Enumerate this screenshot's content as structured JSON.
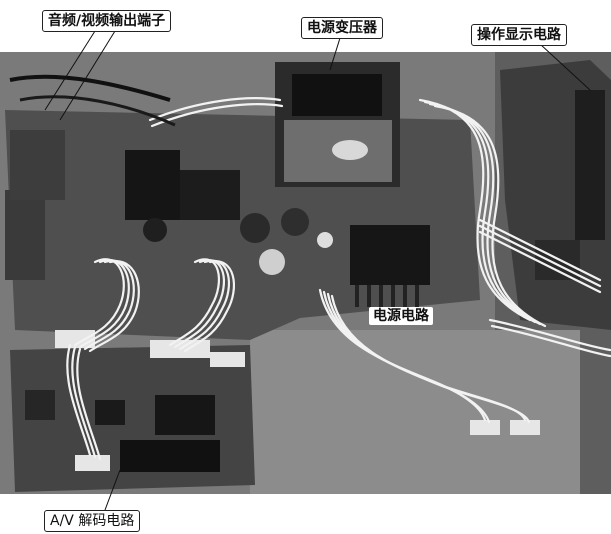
{
  "labels": {
    "av_terminal": "音频/视频输出端子",
    "power_transformer": "电源变压器",
    "display_panel_circuit": "操作显示电路",
    "power_circuit": "电源电路",
    "av_decoder": "A/V 解码电路"
  },
  "colors": {
    "background": "#ffffff",
    "board": "#555555",
    "heatsink": "#1a1a1a",
    "wires": "#f2f2f2",
    "outline": "#111111"
  }
}
